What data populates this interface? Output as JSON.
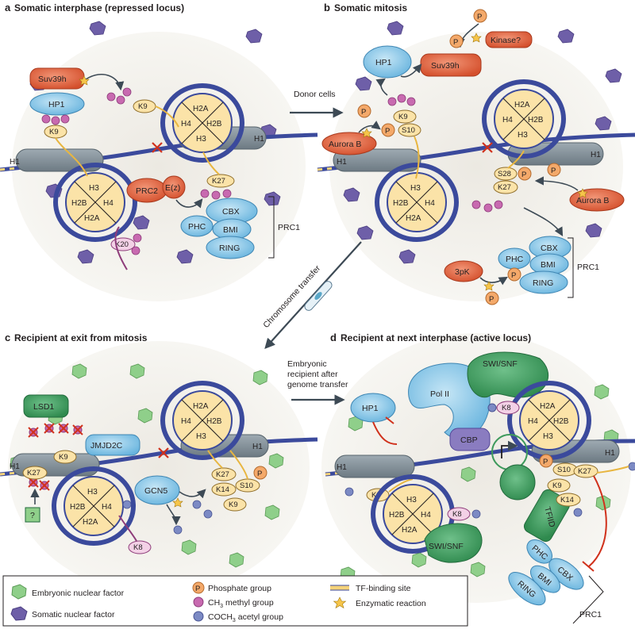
{
  "panels": {
    "a": {
      "letter": "a",
      "title": "Somatic interphase (repressed locus)"
    },
    "b": {
      "letter": "b",
      "title": "Somatic mitosis"
    },
    "c": {
      "letter": "c",
      "title": "Recipient at exit from mitosis"
    },
    "d": {
      "letter": "d",
      "title": "Recipient at next interphase (active locus)"
    }
  },
  "arrows": {
    "donor_cells": "Donor cells",
    "chromosome_transfer": "Chromosome transfer",
    "embryonic_l1": "Embryonic",
    "embryonic_l2": "recipient after",
    "embryonic_l3": "genome transfer"
  },
  "histones": {
    "h2a": "H2A",
    "h2b": "H2B",
    "h3": "H3",
    "h4": "H4",
    "h1": "H1"
  },
  "proteins": {
    "suv39h": "Suv39h",
    "hp1": "HP1",
    "prc2": "PRC2",
    "ez": "E(z)",
    "cbx": "CBX",
    "phc": "PHC",
    "bmi": "BMI",
    "ring": "RING",
    "prc1": "PRC1",
    "kinase": "Kinase?",
    "aurora_b": "Aurora B",
    "threepk": "3pK",
    "lsd1": "LSD1",
    "jmjd2c": "JMJD2C",
    "gcn5": "GCN5",
    "swisnf": "SWI/SNF",
    "pol2": "Pol II",
    "cbp": "CBP",
    "tfiid": "TFIID",
    "question": "?"
  },
  "marks": {
    "k9": "K9",
    "k27": "K27",
    "k20": "K20",
    "s10": "S10",
    "s28": "S28",
    "k14": "K14",
    "k8": "K8",
    "p": "P"
  },
  "legend": {
    "embryonic": "Embryonic nuclear factor",
    "somatic": "Somatic nuclear factor",
    "phosphate": "Phosphate group",
    "methyl_pre": "CH",
    "methyl_sub": "3",
    "methyl_post": " methyl group",
    "acetyl_pre": "COCH",
    "acetyl_sub": "3",
    "acetyl_post": " acetyl group",
    "tf_site": "TF-binding site",
    "enzymatic": "Enzymatic reaction"
  },
  "colors": {
    "histone": "#fbe3a8",
    "dna": "#3b4a9c",
    "h1": "#8a9aa3",
    "somatic": "#6e5fa8",
    "embryonic": "#7fbf7b",
    "methyl": "#c86ab0",
    "acetyl": "#7c8ac4",
    "phosphate": "#f4a96a",
    "red_protein": "#e0623d",
    "blue_protein": "#8fcbea",
    "green_protein": "#3e9a5c",
    "nucleus": "#f1efea"
  }
}
